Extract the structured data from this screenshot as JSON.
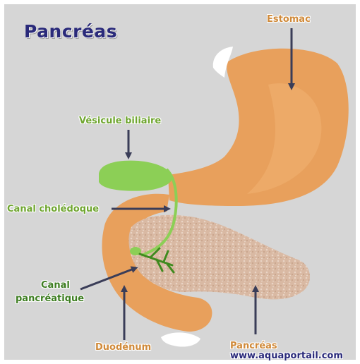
{
  "title": "Pancréas",
  "labels": {
    "estomac": "Estomac",
    "vesicule_biliaire": "Vésicule biliaire",
    "canal_choledoque": "Canal cholédoque",
    "canal_pancreatique_line1": "Canal",
    "canal_pancreatique_line2": "pancréatique",
    "duodenum": "Duodénum",
    "pancreas": "Pancréas"
  },
  "watermark": "www.aquaportail.com",
  "colors": {
    "background": "#d6d6d6",
    "organ_orange": "#e8a05c",
    "gallbladder_green": "#8ccf56",
    "pancreas_tissue": "#d8b8a2",
    "arrow": "#3a3d58",
    "title": "#2a2a7a"
  }
}
